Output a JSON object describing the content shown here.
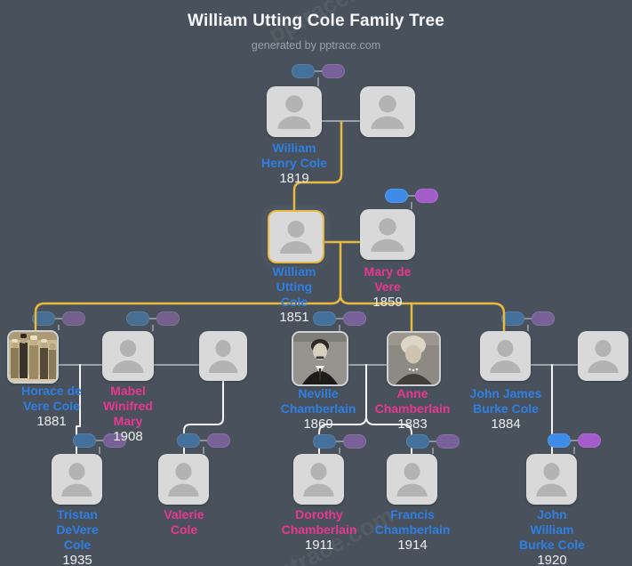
{
  "header": {
    "title": "William Utting Cole Family Tree",
    "subtitle": "generated by pptrace.com"
  },
  "watermark_text": "pptrace.com",
  "colors": {
    "background": "#49525c",
    "male_name": "#2f7ee2",
    "female_name": "#e8378f",
    "year_text": "#edeff0",
    "highlight_line": "#e9b93f",
    "couple_line": "#9aa1a9",
    "child_line": "#f4f4f4",
    "pill_bright_blue": "#3f8ce8",
    "pill_bright_purple": "#a55ccb",
    "pill_medium_blue": "#44719c",
    "pill_medium_purple": "#786199",
    "pill_muted_blue": "#476f93",
    "pill_muted_purple": "#73608d"
  },
  "people": [
    {
      "id": "whc",
      "lines": [
        "William",
        "Henry Cole"
      ],
      "year": "1819",
      "gender": "male",
      "kind": "avatar",
      "pills": "medium",
      "highlighted": false
    },
    {
      "id": "g1sp",
      "lines": [],
      "year": "",
      "gender": "unknown",
      "kind": "avatar",
      "pills": "none",
      "highlighted": false
    },
    {
      "id": "wuc",
      "lines": [
        "William",
        "Utting",
        "Cole"
      ],
      "year": "1851",
      "gender": "male",
      "kind": "avatar",
      "pills": "none",
      "highlighted": true
    },
    {
      "id": "mdv",
      "lines": [
        "Mary de",
        "Vere"
      ],
      "year": "1859",
      "gender": "female",
      "kind": "avatar",
      "pills": "bright",
      "highlighted": false
    },
    {
      "id": "horace",
      "lines": [
        "Horace de",
        "Vere Cole"
      ],
      "year": "1881",
      "gender": "male",
      "kind": "photo_group",
      "pills": "muted",
      "highlighted": false
    },
    {
      "id": "mabel",
      "lines": [
        "Mabel",
        "Winifred",
        "Mary"
      ],
      "year": "1908",
      "gender": "female",
      "kind": "avatar",
      "pills": "muted",
      "highlighted": false
    },
    {
      "id": "sp3",
      "lines": [],
      "year": "",
      "gender": "unknown",
      "kind": "avatar",
      "pills": "none",
      "highlighted": false
    },
    {
      "id": "neville",
      "lines": [
        "Neville",
        "Chamberlain"
      ],
      "year": "1869",
      "gender": "male",
      "kind": "photo_man",
      "pills": "medium",
      "highlighted": false
    },
    {
      "id": "anne",
      "lines": [
        "Anne",
        "Chamberlain"
      ],
      "year": "1883",
      "gender": "female",
      "kind": "photo_woman",
      "pills": "none",
      "highlighted": false
    },
    {
      "id": "jjbc",
      "lines": [
        "John James",
        "Burke Cole"
      ],
      "year": "1884",
      "gender": "male",
      "kind": "avatar",
      "pills": "medium",
      "highlighted": false
    },
    {
      "id": "sp3r",
      "lines": [],
      "year": "",
      "gender": "unknown",
      "kind": "avatar",
      "pills": "none",
      "highlighted": false
    },
    {
      "id": "tristan",
      "lines": [
        "Tristan",
        "DeVere",
        "Cole"
      ],
      "year": "1935",
      "gender": "male",
      "kind": "avatar",
      "pills": "medium",
      "highlighted": false
    },
    {
      "id": "valerie",
      "lines": [
        "Valerie",
        "Cole"
      ],
      "year": "",
      "gender": "female",
      "kind": "avatar",
      "pills": "medium",
      "highlighted": false
    },
    {
      "id": "dorothy",
      "lines": [
        "Dorothy",
        "Chamberlain"
      ],
      "year": "1911",
      "gender": "female",
      "kind": "avatar",
      "pills": "medium",
      "highlighted": false
    },
    {
      "id": "francis",
      "lines": [
        "Francis",
        "Chamberlain"
      ],
      "year": "1914",
      "gender": "male",
      "kind": "avatar",
      "pills": "medium",
      "highlighted": false
    },
    {
      "id": "jwbc",
      "lines": [
        "John",
        "William",
        "Burke Cole"
      ],
      "year": "1920",
      "gender": "male",
      "kind": "avatar",
      "pills": "bright",
      "highlighted": false
    }
  ]
}
